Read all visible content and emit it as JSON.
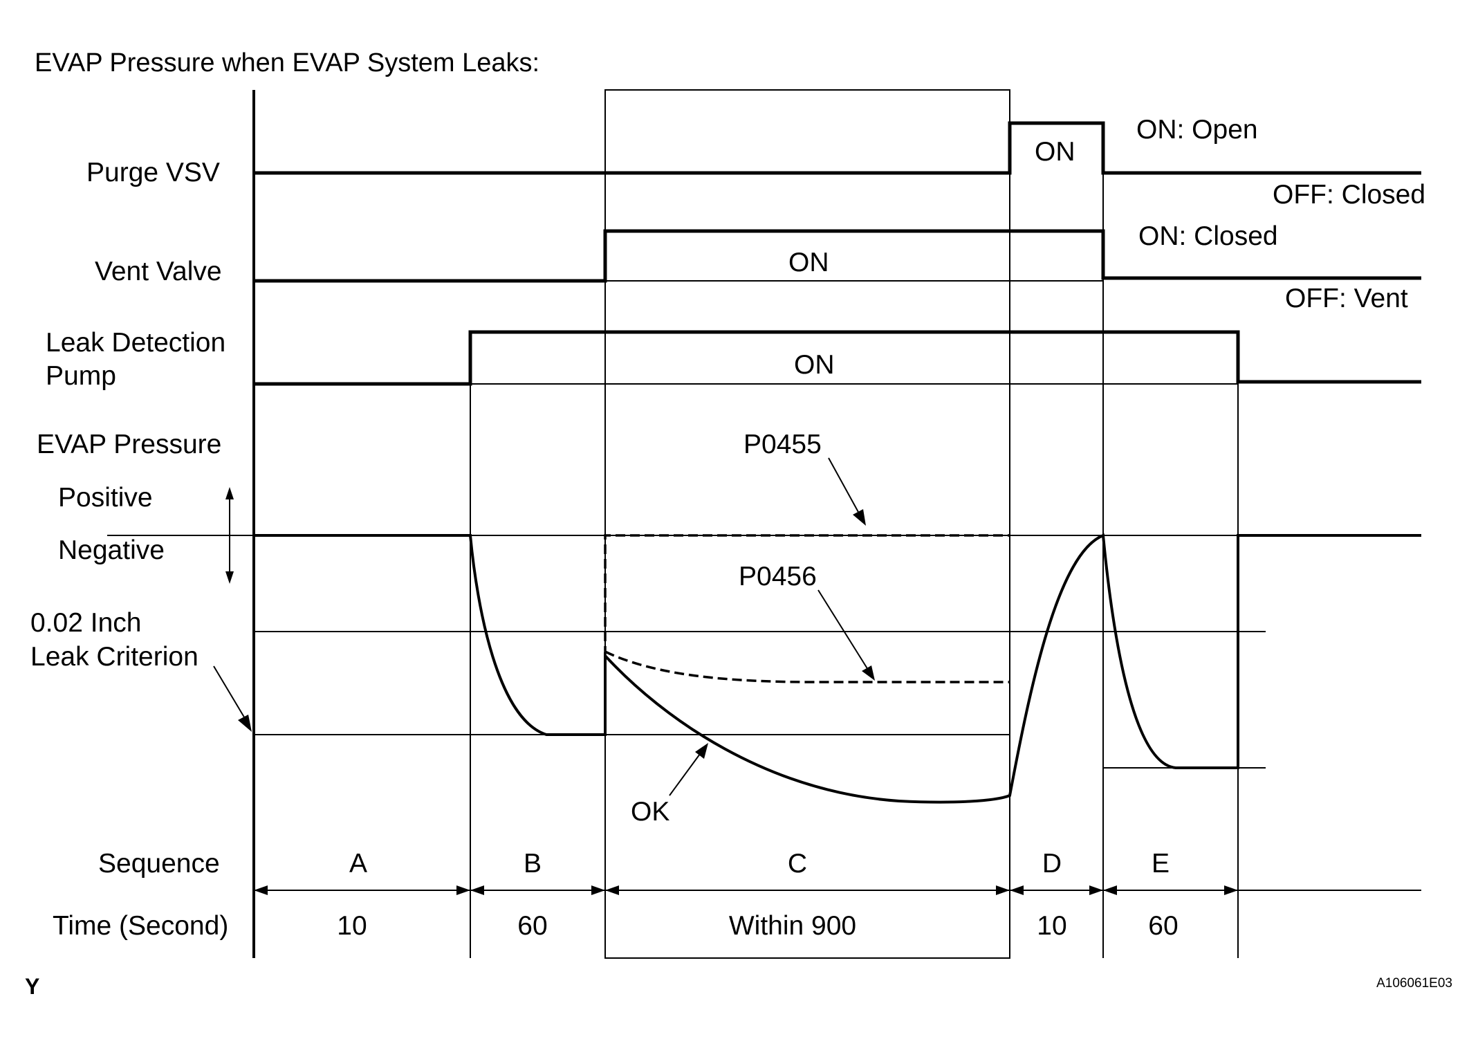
{
  "title": "EVAP Pressure when EVAP System Leaks:",
  "rows": {
    "purge_vsv": "Purge VSV",
    "vent_valve": "Vent Valve",
    "leak_pump_line1": "Leak Detection",
    "leak_pump_line2": "Pump",
    "evap_pressure": "EVAP Pressure",
    "positive": "Positive",
    "negative": "Negative",
    "criterion_line1": "0.02 Inch",
    "criterion_line2": "Leak Criterion",
    "sequence": "Sequence",
    "time": "Time (Second)"
  },
  "states": {
    "purge_on": "ON",
    "purge_on_meaning": "ON: Open",
    "purge_off_meaning": "OFF: Closed",
    "vent_on": "ON",
    "vent_on_meaning": "ON: Closed",
    "vent_off_meaning": "OFF: Vent",
    "pump_on": "ON"
  },
  "annotations": {
    "p0455": "P0455",
    "p0456": "P0456",
    "ok": "OK"
  },
  "sequence": [
    {
      "label": "A",
      "time": "10"
    },
    {
      "label": "B",
      "time": "60"
    },
    {
      "label": "C",
      "time": "Within 900"
    },
    {
      "label": "D",
      "time": "10"
    },
    {
      "label": "E",
      "time": "60"
    }
  ],
  "corner_mark": "Y",
  "figure_id": "A106061E03"
}
